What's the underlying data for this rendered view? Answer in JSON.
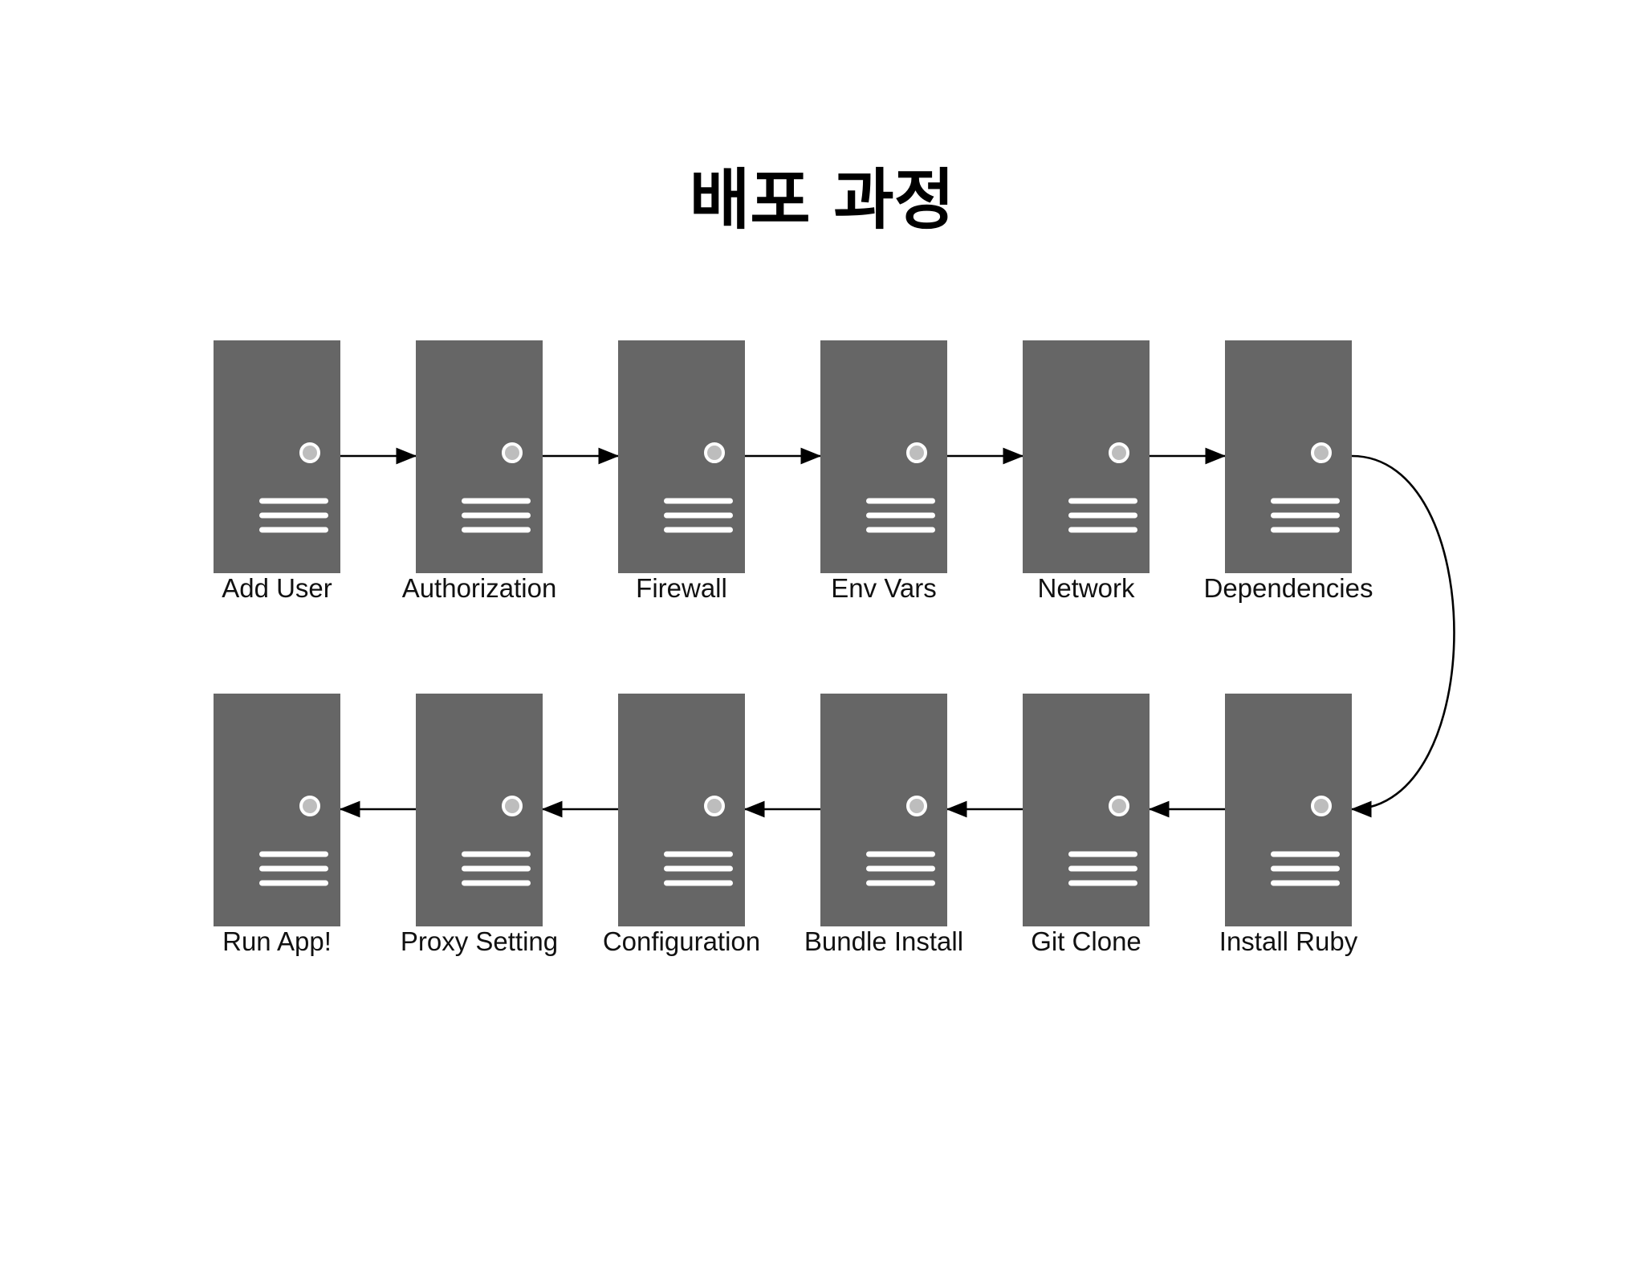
{
  "title": "배포 과정",
  "colors": {
    "server_body": "#666666",
    "server_detail": "#ffffff",
    "connector": "#000000"
  },
  "icon": "server-icon",
  "steps": [
    {
      "label": "Add User"
    },
    {
      "label": "Authorization"
    },
    {
      "label": "Firewall"
    },
    {
      "label": "Env Vars"
    },
    {
      "label": "Network"
    },
    {
      "label": "Dependencies"
    },
    {
      "label": "Install Ruby"
    },
    {
      "label": "Git Clone"
    },
    {
      "label": "Bundle Install"
    },
    {
      "label": "Configuration"
    },
    {
      "label": "Proxy Setting"
    },
    {
      "label": "Run App!"
    }
  ]
}
